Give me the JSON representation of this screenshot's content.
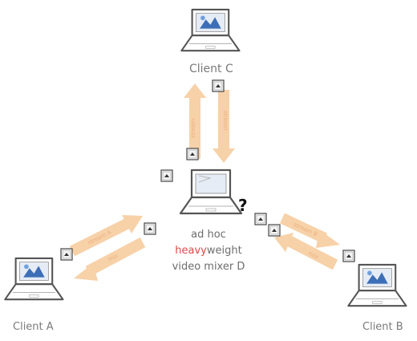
{
  "nodes": {
    "client_a": {
      "label": "Client A"
    },
    "client_b": {
      "label": "Client B"
    },
    "client_c": {
      "label": "Client C"
    },
    "mixer": {
      "line1": "ad hoc",
      "line2_highlight": "heavy",
      "line2_rest": "weight",
      "line3": "video mixer D",
      "badge": "?"
    }
  },
  "colors": {
    "arrow": "#f6c99a",
    "arrow_text": "#e9a46b",
    "highlight": "#e14848",
    "laptop_outline": "#555555",
    "screen_blue": "#3d6fb8"
  },
  "icons": {
    "laptop": "laptop-icon",
    "video_frame": "video-frame-icon",
    "question": "question-mark-icon"
  }
}
